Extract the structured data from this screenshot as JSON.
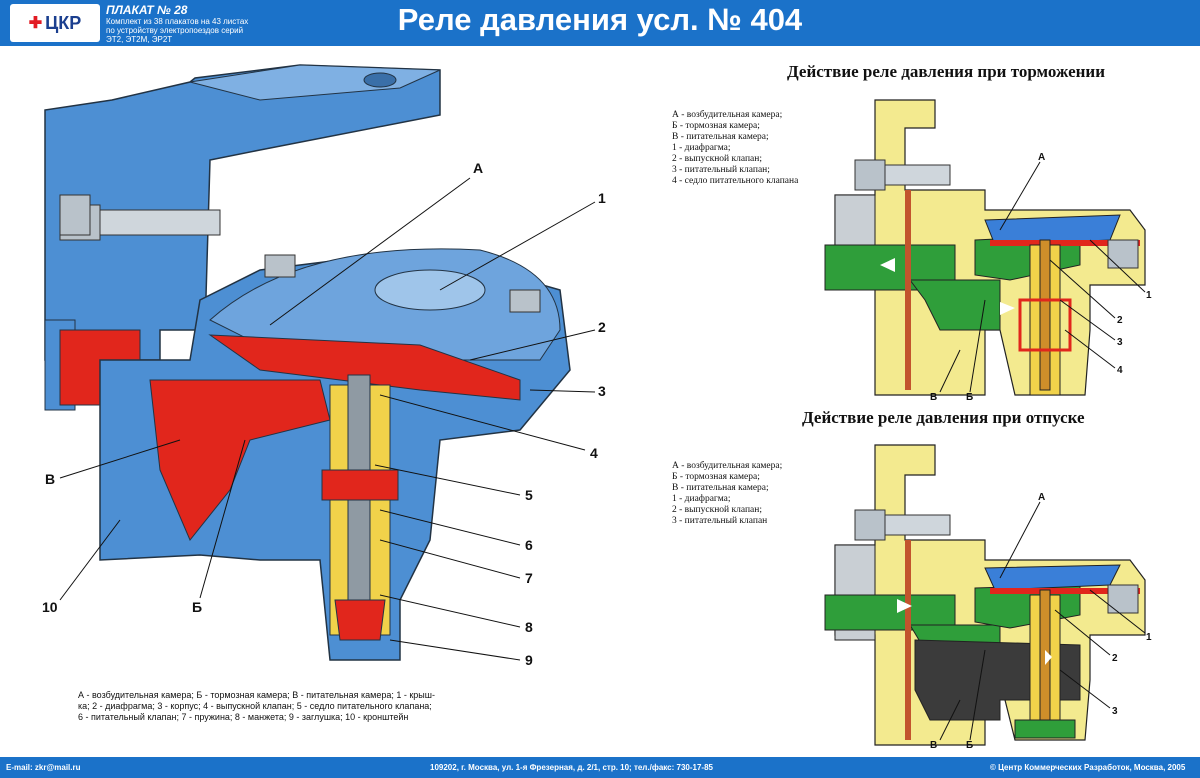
{
  "header": {
    "logo": "ЦКР",
    "poster_number": "ПЛАКАТ № 28",
    "poster_description": "Комплект из 38 плакатов на 43 листах по устройству электропоездов серий ЭТ2, ЭТ2М, ЭР2Т",
    "title": "Реле давления усл. № 404"
  },
  "main_diagram": {
    "labels": [
      "А",
      "1",
      "2",
      "3",
      "4",
      "5",
      "6",
      "7",
      "8",
      "9",
      "10",
      "В",
      "Б"
    ],
    "caption": "А - возбудительная камера; Б - тормозная камера; В - питательная камера; 1 - крыш-ка; 2 - диафрагма; 3 - корпус; 4 - выпускной клапан; 5 - седло питательного клапана; 6 - питательный клапан; 7 - пружина; 8 - манжета; 9 - заглушка; 10 - кронштейн"
  },
  "braking": {
    "title": "Действие реле давления при торможении",
    "legend": [
      "А - возбудительная камера;",
      "Б - тормозная камера;",
      "В - питательная камера;",
      "1 - диафрагма;",
      "2  - выпускной клапан;",
      "3 - питательный клапан;",
      "4 - седло питательного клапана"
    ],
    "labels": [
      "А",
      "1",
      "2",
      "3",
      "4",
      "В",
      "Б"
    ]
  },
  "release": {
    "title": "Действие реле давления при отпуске",
    "legend": [
      "А - возбудительная камера;",
      "Б - тормозная камера;",
      "В - питательная камера;",
      "1 - диафрагма;",
      "2  - выпускной клапан;",
      "3 - питательный клапан"
    ],
    "labels": [
      "А",
      "1",
      "2",
      "3",
      "В",
      "Б"
    ]
  },
  "footer": {
    "email": "E-mail: zkr@mail.ru",
    "address": "109202, г. Москва, ул. 1-я Фрезерная, д. 2/1, стр. 10; тел./факс: 730-17-85",
    "copyright": "© Центр Коммерческих Разработок, Москва, 2005"
  },
  "colors": {
    "header_blue": "#1b72c9",
    "body_blue": "#4d8fd3",
    "red": "#e1261c",
    "yellow": "#f3ea8f",
    "green": "#2f9e3a",
    "gray": "#9aa3ab"
  }
}
